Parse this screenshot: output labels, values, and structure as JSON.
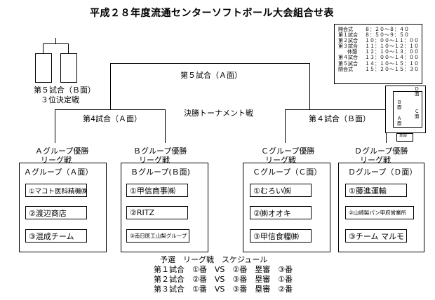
{
  "title": "平成２８年度流通センターソフトボール大会組合せ表",
  "third_place": {
    "line1": "第５試合（Ｂ面）",
    "line2": "３位決定戦"
  },
  "final": {
    "label": "第５試合（Ａ面）",
    "subtitle": "決勝トーナメント戦"
  },
  "semi_left": "第4試合（Ａ面）",
  "semi_right": "第４試合（Ｂ面）",
  "group_winners": [
    {
      "line1": "Ａグループ優勝",
      "line2": "リーグ戦"
    },
    {
      "line1": "Ｂグループ優勝",
      "line2": "リーグ戦"
    },
    {
      "line1": "Ｃグループ優勝",
      "line2": "リーグ戦"
    },
    {
      "line1": "Ｄグループ優勝",
      "line2": "リーグ戦"
    }
  ],
  "groups": [
    {
      "name": "Ａグループ（Ａ面）",
      "teams": [
        "①マコト医科精機㈱",
        "②渡辺商店",
        "③混成チーム"
      ]
    },
    {
      "name": "Ｂグループ(Ｂ面)",
      "teams": [
        "①甲信商事㈱",
        "②RITZ",
        "③南日医工山梨グループ"
      ]
    },
    {
      "name": "Ｃグループ（Ｃ面）",
      "teams": [
        "①むろい㈱",
        "②㈱オオキ",
        "③甲信食糧㈱"
      ]
    },
    {
      "name": "Ｄグループ（Ｄ面）",
      "teams": [
        "①藤進運輸",
        "②山崎製パン甲府営業所",
        "③チーム マルモ"
      ]
    }
  ],
  "schedule": [
    {
      "label": "開会式",
      "time": "８：２０～８：４０"
    },
    {
      "label": "第１試合",
      "time": "８：５０～９：５０"
    },
    {
      "label": "第２試合",
      "time": "１０：００～１１：００"
    },
    {
      "label": "第３試合",
      "time": "１１：１０～１２：１０"
    },
    {
      "label": "休憩",
      "time": "１２：１０～１３：００"
    },
    {
      "label": "第４試合",
      "time": "１３：００～１４：００"
    },
    {
      "label": "第５試合",
      "time": "１４：１０～１５：１０"
    },
    {
      "label": "閉会式",
      "time": "１５：２０～１５：３０"
    }
  ],
  "field_map": {
    "d": "Ｄ\n面",
    "b": "Ｂ\n面",
    "c": "Ｃ\n面",
    "a": "Ａ\n面",
    "hq": "本部"
  },
  "league": {
    "header": "予選　リーグ戦　スケジュール",
    "rows": [
      "第１試合　①番　VS　②番　塁審　③番",
      "第２試合　②番　VS　③番　塁審　①番",
      "第３試合　①番　VS　③番　塁審　②番"
    ]
  }
}
